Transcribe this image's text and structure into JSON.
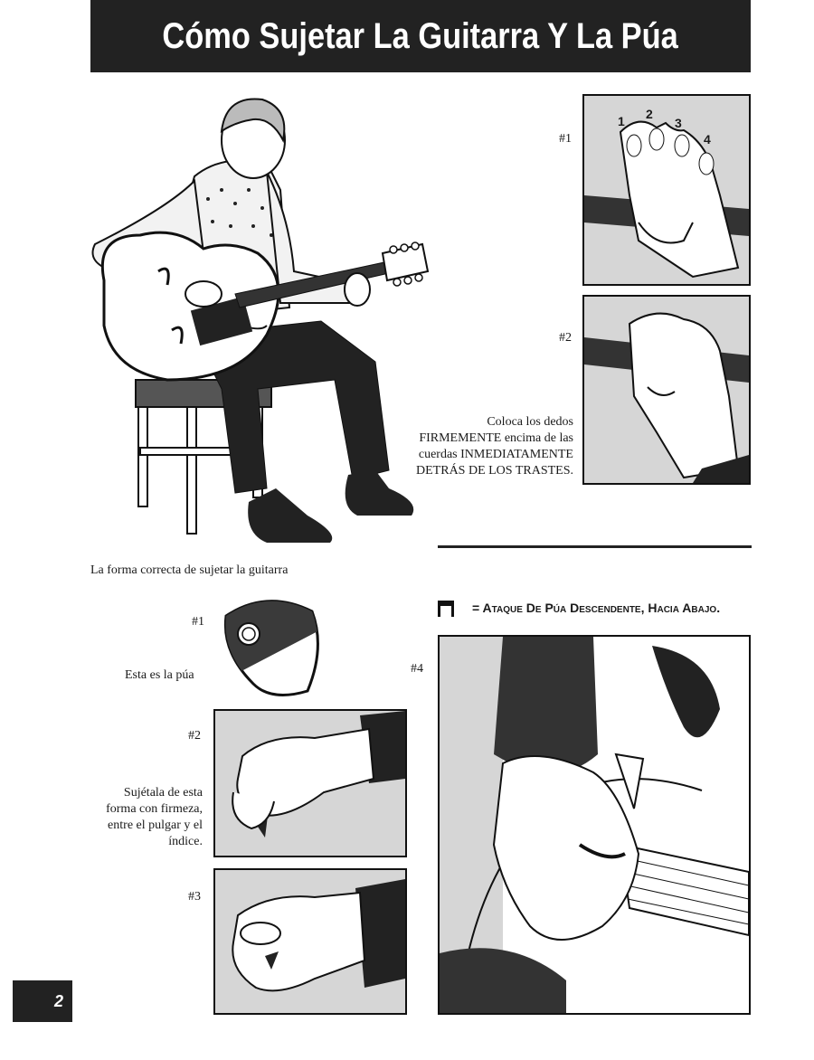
{
  "title": "Cómo Sujetar La Guitarra Y La Púa",
  "main_illustration": {
    "caption": "La forma correcta de sujetar la guitarra"
  },
  "fingers_section": {
    "fig1_label": "#1",
    "fig2_label": "#2",
    "finger_numbers": [
      "1",
      "2",
      "3",
      "4"
    ],
    "instruction": "Coloca los dedos FIRMEMENTE encima de las cuerdas INMEDIATAMENTE DETRÁS DE LOS TRASTES.",
    "instruction_lines": [
      "Coloca los dedos",
      "FIRMEMENTE encima de las",
      "cuerdas INMEDIATAMENTE",
      "DETRÁS DE LOS TRASTES."
    ]
  },
  "pick_section": {
    "fig1_label": "#1",
    "fig1_caption": "Esta es la púa",
    "fig2_label": "#2",
    "fig2_caption_lines": [
      "Sujétala de esta",
      "forma con firmeza,",
      "entre el pulgar y el",
      "índice."
    ],
    "fig3_label": "#3",
    "fig4_label": "#4",
    "legend_text": "= Ataque De Púa Descendente, Hacia Abajo."
  },
  "page_number": "2"
}
